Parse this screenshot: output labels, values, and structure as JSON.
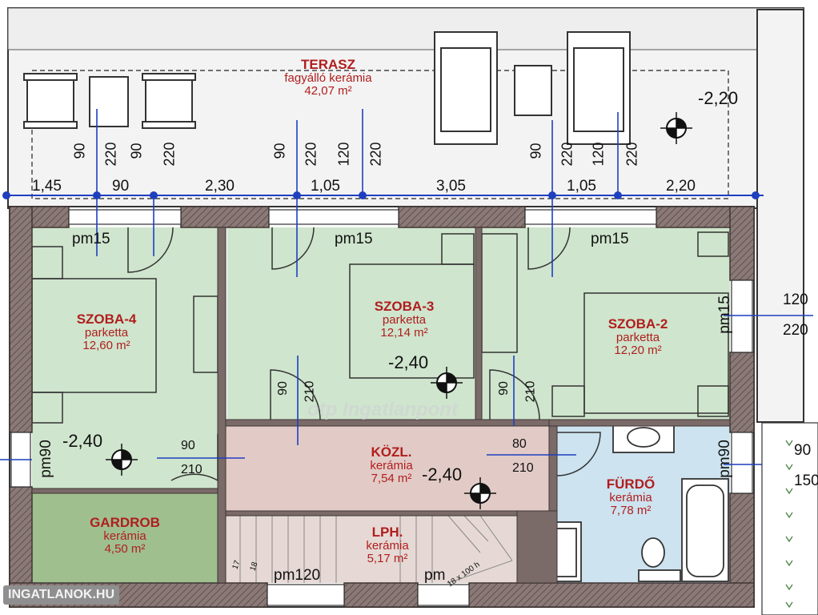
{
  "rooms": {
    "terrace": {
      "name": "TERASZ",
      "floor": "fagyálló kerámia",
      "area": "42,07 m²"
    },
    "room4": {
      "name": "SZOBA-4",
      "floor": "parketta",
      "area": "12,60 m²"
    },
    "room3": {
      "name": "SZOBA-3",
      "floor": "parketta",
      "area": "12,14 m²"
    },
    "room2": {
      "name": "SZOBA-2",
      "floor": "parketta",
      "area": "12,20 m²"
    },
    "hall": {
      "name": "KÖZL.",
      "floor": "kerámia",
      "area": "7,54 m²"
    },
    "bath": {
      "name": "FÜRDŐ",
      "floor": "kerámia",
      "area": "7,78 m²"
    },
    "wardrobe": {
      "name": "GARDROB",
      "floor": "kerámia",
      "area": "4,50 m²"
    },
    "stairs": {
      "name": "LPH.",
      "floor": "kerámia",
      "area": "5,17 m²"
    }
  },
  "dimensions": {
    "chain": [
      "1,45",
      "90",
      "2,30",
      "1,05",
      "3,05",
      "1,05",
      "2,20"
    ],
    "opening_widths": [
      "90",
      "90",
      "90",
      "120",
      "90",
      "120"
    ],
    "opening_heights": [
      "220",
      "220",
      "220",
      "220",
      "220",
      "220"
    ],
    "right_top": [
      "120",
      "220"
    ],
    "right_bottom": [
      "90",
      "150"
    ],
    "door_w": [
      "90",
      "90",
      "90",
      "80"
    ],
    "door_h": [
      "210",
      "210",
      "210",
      "210"
    ]
  },
  "levels": {
    "terrace": "-2,20",
    "room4": "-2,40",
    "room3": "-2,40",
    "hall": "-2,40"
  },
  "sills": {
    "top1": "pm15",
    "top2": "pm15",
    "top3": "pm15",
    "right": "pm15",
    "left": "pm90",
    "bath": "pm90",
    "bottom1": "pm120",
    "bottom2": "pm"
  },
  "watermarks": {
    "otp": "otp Ingatlanpont",
    "site": "INGATLANOK.HU"
  },
  "stair_labels": [
    "17",
    "18",
    "18 x 100 h"
  ],
  "colors": {
    "room_green": "#cfe5cd",
    "hall_pink": "#e2cbc6",
    "bath_blue": "#cde3ef",
    "wardrobe_green": "#9fbf8f",
    "wall": "#7a6a68",
    "label_red": "#b01e1e",
    "dim_blue": "#1f3fbf"
  }
}
